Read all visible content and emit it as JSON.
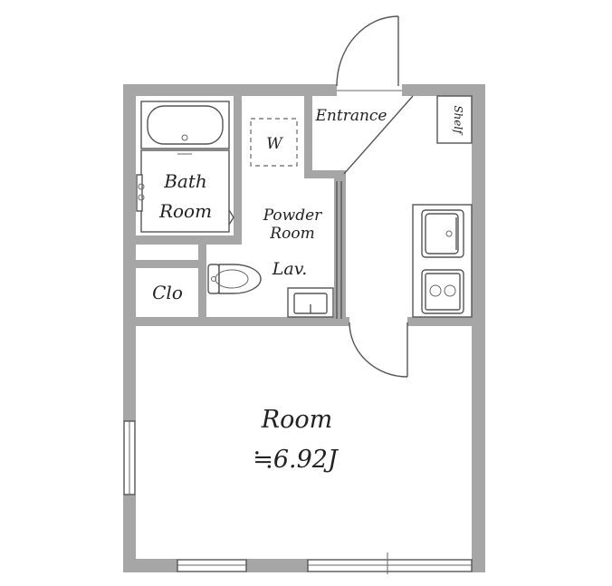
{
  "labels": {
    "entrance": "Entrance",
    "shelf": "Shelf",
    "washer": "W",
    "bath_line1": "Bath",
    "bath_line2": "Room",
    "powder_line1": "Powder",
    "powder_line2": "Room",
    "lavatory": "Lav.",
    "closet": "Clo",
    "room": "Room",
    "room_area": "≒6.92J"
  },
  "colors": {
    "wall": "#a6a6a6",
    "line": "#555555",
    "text": "#222222"
  }
}
